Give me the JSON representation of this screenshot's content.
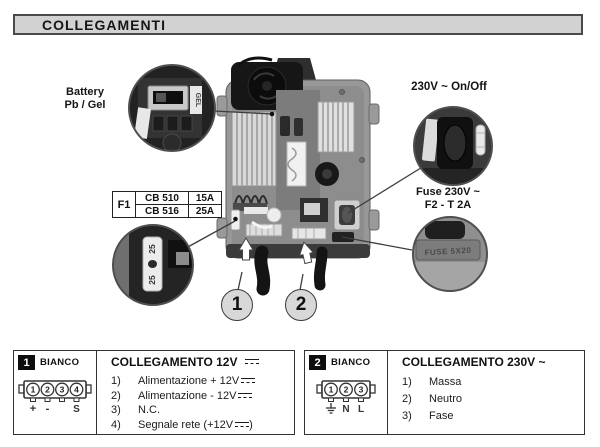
{
  "page": {
    "title": "COLLEGAMENTI"
  },
  "figure": {
    "callouts": {
      "battery": {
        "line1": "Battery",
        "line2": "Pb / Gel"
      },
      "onoff": {
        "label": "230V ~ On/Off"
      },
      "fuse": {
        "line1": "Fuse 230V ~",
        "line2": "F2 - T 2A"
      }
    },
    "f1_table": {
      "label": "F1",
      "rows": [
        {
          "model": "CB 510",
          "amp": "15A"
        },
        {
          "model": "CB 516",
          "amp": "25A"
        }
      ]
    },
    "markers": [
      "1",
      "2"
    ],
    "photo_texts": {
      "gel": "GEL",
      "fuse_plate": "FUSE 5X20",
      "fuse25_a": "25",
      "fuse25_b": "25"
    }
  },
  "panels": [
    {
      "num": "1",
      "name": "BIANCO",
      "title": "COLLEGAMENTO 12V",
      "pins": [
        "1",
        "2",
        "3",
        "4"
      ],
      "pin_labels": [
        "+",
        "-",
        "",
        "S"
      ],
      "items": [
        {
          "num": "1)",
          "text": "Alimentazione + 12V",
          "after": ""
        },
        {
          "num": "2)",
          "text": "Alimentazione - 12V",
          "after": ""
        },
        {
          "num": "3)",
          "text": "N.C.",
          "after": ""
        },
        {
          "num": "4)",
          "text": "Segnale rete (+12V",
          "after": ")"
        }
      ]
    },
    {
      "num": "2",
      "name": "BIANCO",
      "title": "COLLEGAMENTO 230V ~",
      "pins": [
        "1",
        "2",
        "3"
      ],
      "pin_labels": [
        "",
        "N",
        "L"
      ],
      "items": [
        {
          "num": "1)",
          "text": "Massa"
        },
        {
          "num": "2)",
          "text": "Neutro"
        },
        {
          "num": "3)",
          "text": "Fase"
        }
      ]
    }
  ],
  "icons": {
    "dc": "direct-current-symbol",
    "earth": "earth-ground-symbol"
  },
  "colors": {
    "title_bar_bg": "#d2d2d2",
    "panel_border": "#333333",
    "marker_fill": "#d8d8d8"
  }
}
